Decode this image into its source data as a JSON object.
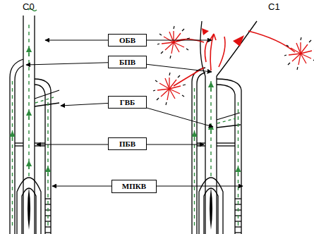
{
  "diagram": {
    "nodes": [
      {
        "text": [
          "ОБВ"
        ]
      },
      {
        "text": [
          "БПВ"
        ]
      },
      {
        "text": [
          "ГВБ"
        ]
      },
      {
        "text": [
          "ПБВ"
        ]
      },
      {
        "text": [
          "МПКВ"
        ]
      }
    ],
    "labels": [
      "С0",
      "С1"
    ]
  }
}
